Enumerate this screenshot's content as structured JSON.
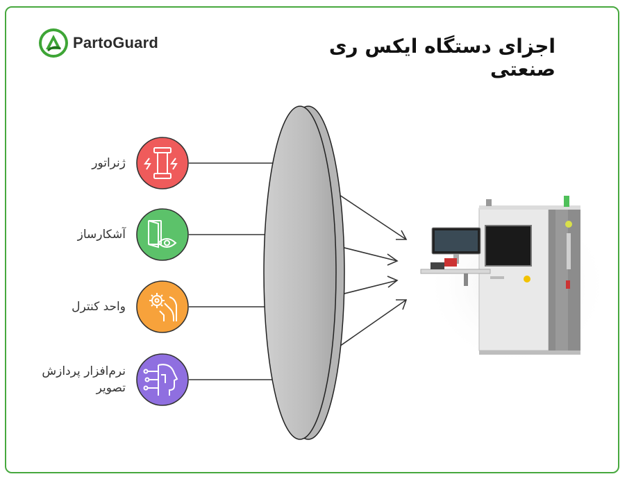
{
  "brand": {
    "name": "PartoGuard",
    "colors": {
      "frame": "#47a83e",
      "logo": "#3ea536"
    }
  },
  "title": "اجزای دستگاه ایکس ری صنعتی",
  "components": [
    {
      "label": "ژنراتور",
      "icon": "generator-icon",
      "color": "#ef5b5b"
    },
    {
      "label": "آشکارساز",
      "icon": "detector-eye-icon",
      "color": "#5cc26a"
    },
    {
      "label": "واحد کنترل",
      "icon": "control-gear-hand-icon",
      "color": "#f7a23b"
    },
    {
      "label": "نرم‌افزار پردازش تصویر",
      "icon": "ai-head-icon",
      "color": "#8f6fe0"
    }
  ],
  "machine": {
    "icon": "xray-machine-icon"
  }
}
